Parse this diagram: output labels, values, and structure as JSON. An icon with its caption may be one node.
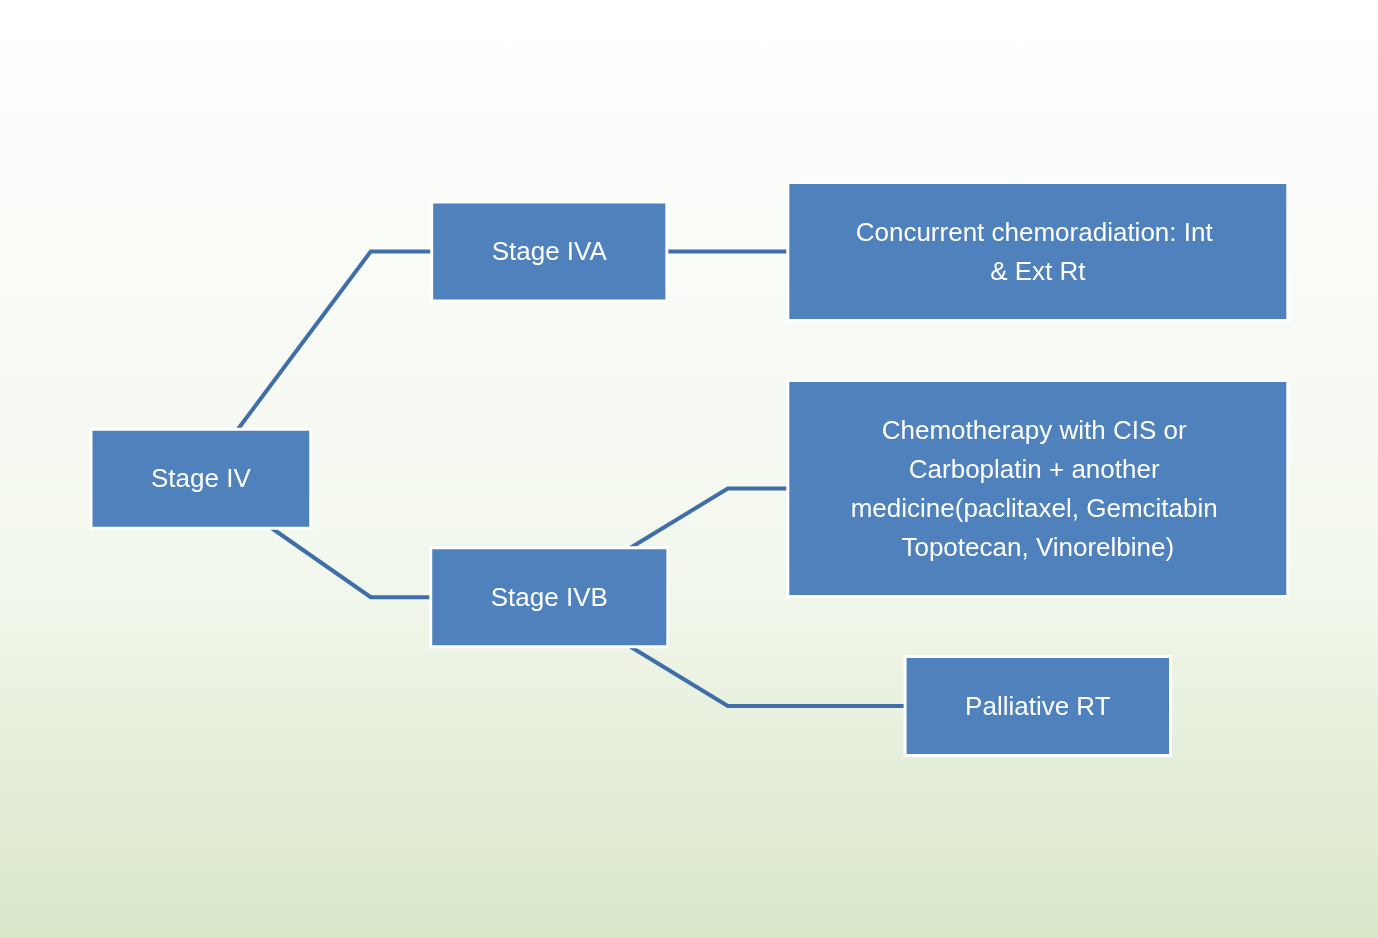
{
  "diagram": {
    "nodes": [
      {
        "text": [
          "Stage IV"
        ]
      },
      {
        "text": [
          "Stage IVA"
        ]
      },
      {
        "text": [
          "Stage IVB"
        ]
      },
      {
        "text": [
          "Concurrent chemoradiation: Int & Ext Rt"
        ]
      },
      {
        "text": [
          "Chemotherapy with CIS or Carboplatin + another medicine(paclitaxel, Gemcitabin Topotecan, Vinorelbine)"
        ]
      },
      {
        "text": [
          "Palliative RT"
        ]
      }
    ],
    "edges": [
      {
        "from": 0,
        "to": 1,
        "arrow": "none"
      },
      {
        "from": 0,
        "to": 2,
        "arrow": "none"
      },
      {
        "from": 1,
        "to": 3,
        "arrow": "none"
      },
      {
        "from": 2,
        "to": 4,
        "arrow": "none"
      },
      {
        "from": 2,
        "to": 5,
        "arrow": "none"
      }
    ]
  }
}
